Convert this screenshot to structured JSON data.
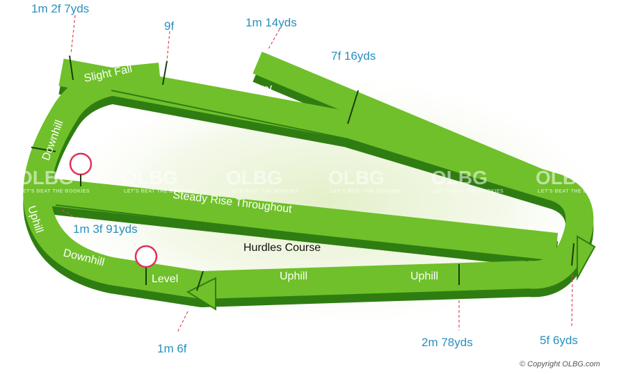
{
  "course": {
    "name": "Hurdles Course",
    "colors": {
      "track": "#6fc02a",
      "track_dark": "#2f7d12",
      "lead_line": "#e0485a",
      "distance_text": "#2a8fc0"
    }
  },
  "distance_markers": [
    "1m 2f 7yds",
    "9f",
    "1m 14yds",
    "7f 16yds",
    "1m 3f 91yds",
    "1m 6f",
    "2m 78yds",
    "5f 6yds"
  ],
  "track_labels": [
    "Slight Fall",
    "Level",
    "Downhill",
    "Steady Rise Throughout",
    "Uphill",
    "Downhill",
    "Level",
    "Uphill",
    "Uphill"
  ],
  "watermark": {
    "brand": "OLBG",
    "tagline": "LET'S BEAT THE BOOKIES"
  },
  "copyright": "© Copyright OLBG.com"
}
